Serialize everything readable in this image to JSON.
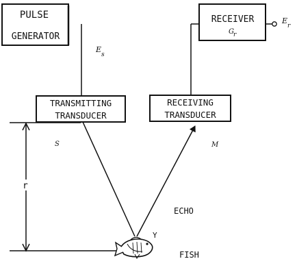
{
  "blocks": {
    "pulse_generator": {
      "line1": "PULSE",
      "line2": "GENERATOR"
    },
    "receiver": {
      "line1": "RECEIVER",
      "gain_symbol": "G",
      "gain_subscript": "r"
    },
    "transmitting_transducer": {
      "line1": "TRANSMITTING",
      "line2": "TRANSDUCER"
    },
    "receiving_transducer": {
      "line1": "RECEIVING",
      "line2": "TRANSDUCER"
    }
  },
  "labels": {
    "source_voltage_symbol": "E",
    "source_voltage_subscript": "s",
    "output_voltage_symbol": "E",
    "output_voltage_subscript": "r",
    "transmit_point": "S",
    "receive_point": "M",
    "range": "r",
    "target_strength": "Y",
    "echo": "ECHO",
    "fish": "FISH"
  }
}
